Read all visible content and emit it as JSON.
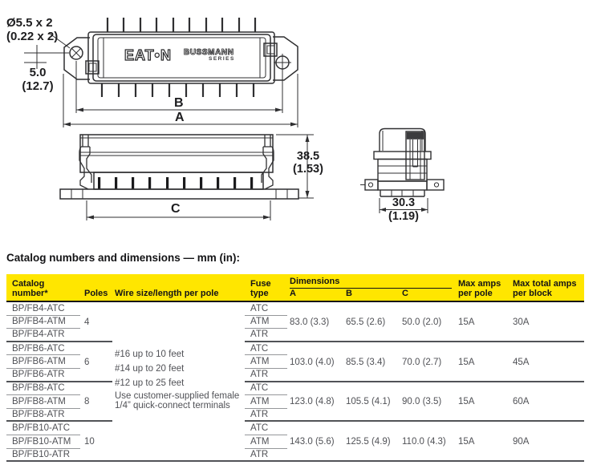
{
  "colors": {
    "header_yellow": "#FFE600",
    "line_dark": "#2f2f31",
    "body_text_gray": "#505156"
  },
  "drawing": {
    "labels": {
      "hole_note_1": "Ø5.5 x 2",
      "hole_note_2": "(0.22 x 2)",
      "offset_1": "5.0",
      "offset_2": "(12.7)",
      "dim_b": "B",
      "dim_a": "A",
      "dim_c": "C",
      "height_1": "38.5",
      "height_2": "(1.53)",
      "depth_1": "30.3",
      "depth_2": "(1.19)"
    },
    "logo": {
      "eaton": "EAT•N",
      "bussmann": "BUSSMANN",
      "series": "SERIES"
    }
  },
  "section": {
    "title": "Catalog numbers and dimensions — mm (in):"
  },
  "table": {
    "headers": {
      "catalog_1": "Catalog",
      "catalog_2": "number*",
      "poles": "Poles",
      "wire": "Wire size/length per pole",
      "fuse_1": "Fuse",
      "fuse_2": "type",
      "dimensions": "Dimensions",
      "a": "A",
      "b": "B",
      "c": "C",
      "max_pole_1": "Max amps",
      "max_pole_2": "per pole",
      "max_block_1": "Max total amps",
      "max_block_2": "per block"
    },
    "wire_notes": [
      "#16 up to 10 feet",
      "#14 up to 20 feet",
      "#12 up to 25 feet",
      "Use customer-supplied female",
      "1/4” quick-connect terminals"
    ],
    "rows": [
      {
        "catalog": "BP/FB4-ATC",
        "poles": "",
        "fuse": "ATC",
        "a": "",
        "b": "",
        "c": "",
        "max_pole": "",
        "max_block": ""
      },
      {
        "catalog": "BP/FB4-ATM",
        "poles": "4",
        "fuse": "ATM",
        "a": "83.0 (3.3)",
        "b": "65.5 (2.6)",
        "c": "50.0 (2.0)",
        "max_pole": "15A",
        "max_block": "30A"
      },
      {
        "catalog": "BP/FB4-ATR",
        "poles": "",
        "fuse": "ATR",
        "a": "",
        "b": "",
        "c": "",
        "max_pole": "",
        "max_block": ""
      },
      {
        "catalog": "BP/FB6-ATC",
        "poles": "",
        "fuse": "ATC",
        "a": "",
        "b": "",
        "c": "",
        "max_pole": "",
        "max_block": ""
      },
      {
        "catalog": "BP/FB6-ATM",
        "poles": "6",
        "fuse": "ATM",
        "a": "103.0 (4.0)",
        "b": "85.5 (3.4)",
        "c": "70.0 (2.7)",
        "max_pole": "15A",
        "max_block": "45A"
      },
      {
        "catalog": "BP/FB6-ATR",
        "poles": "",
        "fuse": "ATR",
        "a": "",
        "b": "",
        "c": "",
        "max_pole": "",
        "max_block": ""
      },
      {
        "catalog": "BP/FB8-ATC",
        "poles": "",
        "fuse": "ATC",
        "a": "",
        "b": "",
        "c": "",
        "max_pole": "",
        "max_block": ""
      },
      {
        "catalog": "BP/FB8-ATM",
        "poles": "8",
        "fuse": "ATM",
        "a": "123.0 (4.8)",
        "b": "105.5 (4.1)",
        "c": "90.0 (3.5)",
        "max_pole": "15A",
        "max_block": "60A"
      },
      {
        "catalog": "BP/FB8-ATR",
        "poles": "",
        "fuse": "ATR",
        "a": "",
        "b": "",
        "c": "",
        "max_pole": "",
        "max_block": ""
      },
      {
        "catalog": "BP/FB10-ATC",
        "poles": "",
        "fuse": "ATC",
        "a": "",
        "b": "",
        "c": "",
        "max_pole": "",
        "max_block": ""
      },
      {
        "catalog": "BP/FB10-ATM",
        "poles": "10",
        "fuse": "ATM",
        "a": "143.0 (5.6)",
        "b": "125.5 (4.9)",
        "c": "110.0 (4.3)",
        "max_pole": "15A",
        "max_block": "90A"
      },
      {
        "catalog": "BP/FB10-ATR",
        "poles": "",
        "fuse": "ATR",
        "a": "",
        "b": "",
        "c": "",
        "max_pole": "",
        "max_block": ""
      }
    ]
  }
}
